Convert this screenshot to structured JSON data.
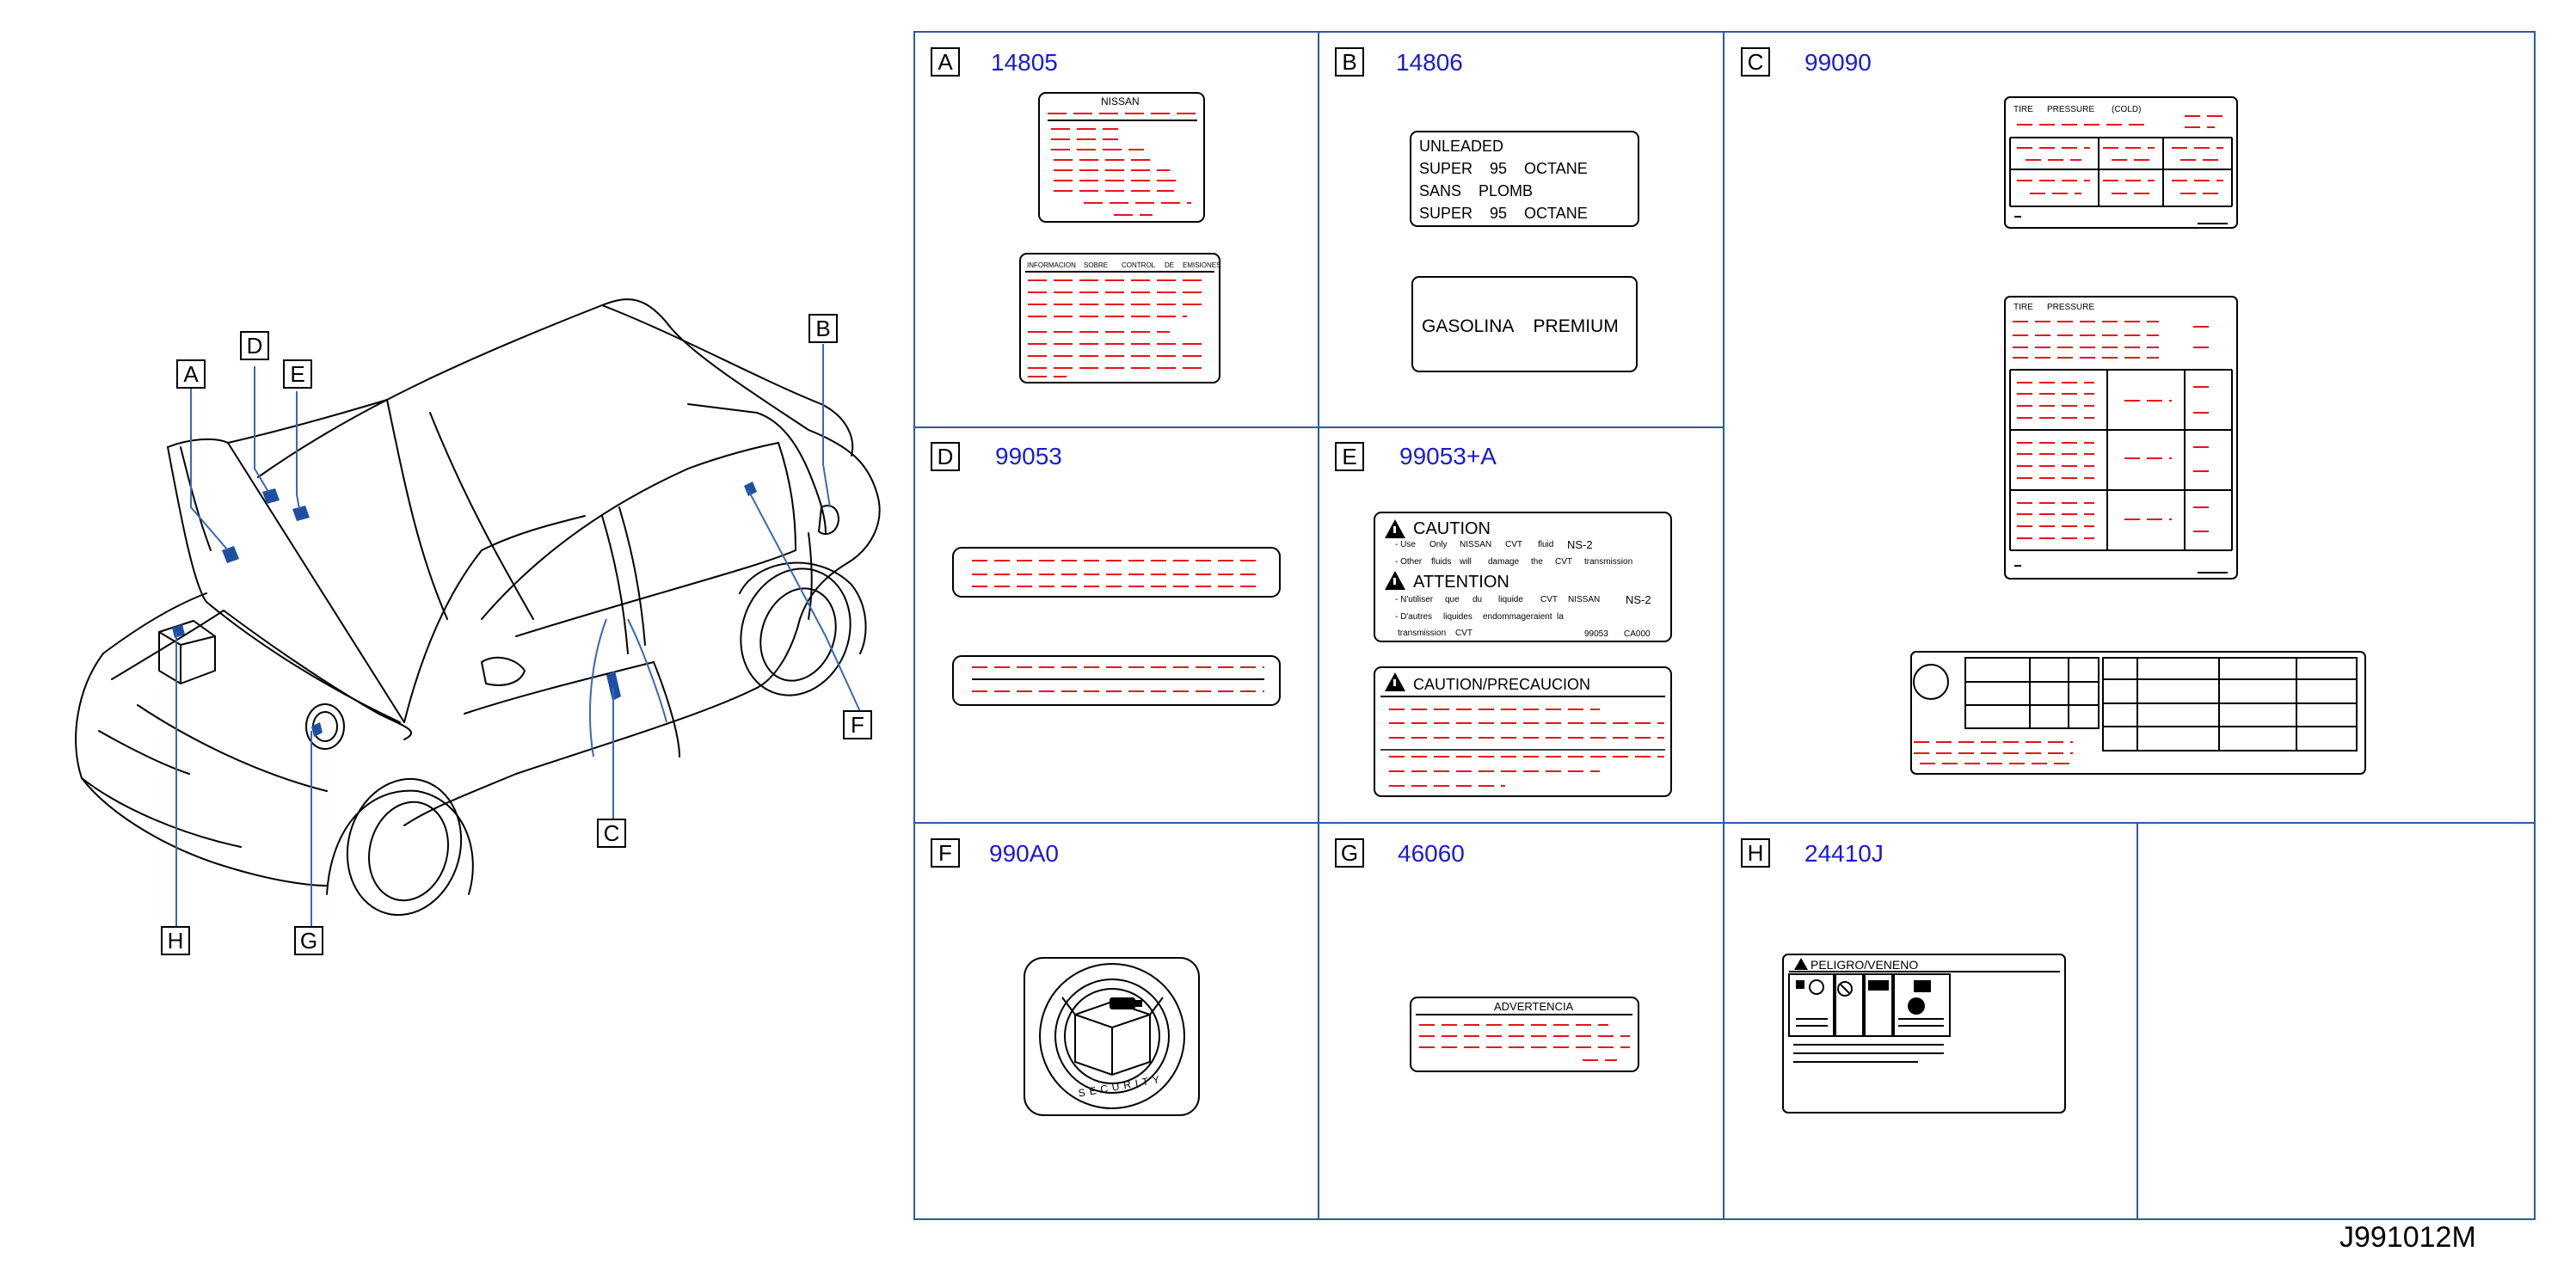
{
  "diagram_id": "J991012M",
  "callouts": [
    "A",
    "B",
    "C",
    "D",
    "E",
    "F",
    "G",
    "H"
  ],
  "panels": [
    {
      "letter": "A",
      "code": "14805"
    },
    {
      "letter": "B",
      "code": "14806"
    },
    {
      "letter": "C",
      "code": "99090"
    },
    {
      "letter": "D",
      "code": "99053"
    },
    {
      "letter": "E",
      "code": "99053+A"
    },
    {
      "letter": "F",
      "code": "990A0"
    },
    {
      "letter": "G",
      "code": "46060"
    },
    {
      "letter": "H",
      "code": "24410J"
    }
  ],
  "label_a": {
    "top_title": "NISSAN",
    "bottom_header": [
      "INFORMACION",
      "SOBRE",
      "CONTROL",
      "DE",
      "EMISIONES"
    ]
  },
  "label_b": {
    "lines": [
      "UNLEADED",
      "SUPER    95    OCTANE",
      "SANS    PLOMB",
      "SUPER    95    OCTANE"
    ],
    "second": "GASOLINA    PREMIUM"
  },
  "label_c": {
    "top_header": [
      "TIRE",
      "PRESSURE",
      "(COLD)"
    ],
    "mid_header": [
      "TIRE",
      "PRESSURE"
    ]
  },
  "label_e": {
    "caution": "CAUTION",
    "caution_line1": [
      "- Use",
      "Only",
      "NISSAN",
      "CVT",
      "fluid",
      "NS-2"
    ],
    "caution_line2": [
      "- Other",
      "fluids",
      "will",
      "damage",
      "the",
      "CVT",
      "transmission"
    ],
    "attention": "ATTENTION",
    "attention_line1": [
      "- N'utiliser",
      "que",
      "du",
      "liquide",
      "CVT",
      "NISSAN",
      "NS-2"
    ],
    "attention_line2": [
      "- D'autres",
      "liquides",
      "endommageraient",
      "la"
    ],
    "attention_line3": [
      "transmission",
      "CVT"
    ],
    "footer_code": "99053",
    "footer_code2": "CA000",
    "caution2": "CAUTION/PRECAUCION"
  },
  "label_f": {
    "ring_text": "SECURITY"
  },
  "label_g": {
    "title": "ADVERTENCIA"
  },
  "label_h": {
    "title": "PELIGRO/VENENO"
  },
  "colors": {
    "code_blue": "#1a1ad6",
    "grid_blue": "#2c5aa0",
    "red_text": "#e8131b",
    "leader_blue": "#3a67b5",
    "marker": "#1f4fa3"
  }
}
